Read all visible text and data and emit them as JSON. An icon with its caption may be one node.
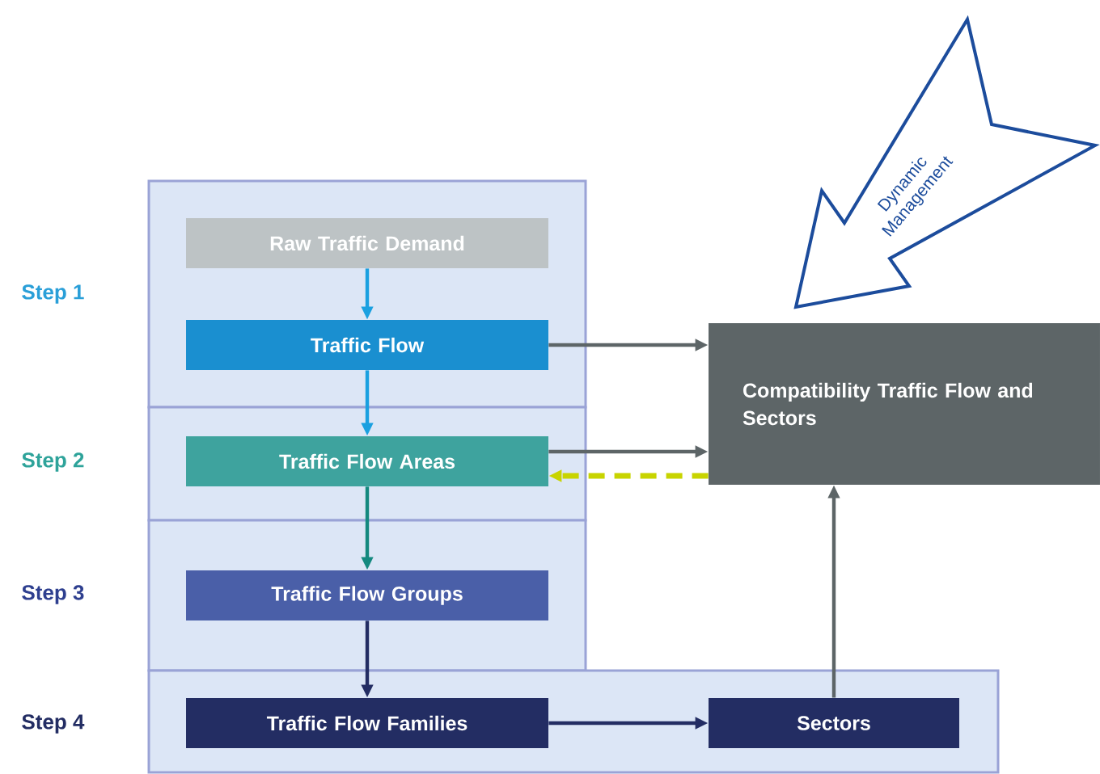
{
  "diagram": {
    "nodes": [
      {
        "text": [],
        "shape": "box",
        "beside": [
          "Step 1"
        ]
      },
      {
        "text": [
          "Raw Traffic Demand"
        ],
        "in": 0
      },
      {
        "text": [
          "Traffic Flow"
        ],
        "in": 0
      },
      {
        "text": [],
        "shape": "box",
        "beside": [
          "Step 2"
        ]
      },
      {
        "text": [
          "Traffic Flow Areas"
        ],
        "in": 3
      },
      {
        "text": [],
        "shape": "box",
        "beside": [
          "Step 3"
        ]
      },
      {
        "text": [
          "Traffic Flow Groups"
        ],
        "in": 5
      },
      {
        "text": [],
        "shape": "box",
        "beside": [
          "Step 4"
        ]
      },
      {
        "text": [
          "Traffic Flow Families"
        ],
        "in": 7
      },
      {
        "text": [
          "Sectors"
        ],
        "in": 7
      },
      {
        "text": [
          "Compatibility Traffic Flow and Sectors"
        ]
      },
      {
        "text": [
          "Dynamic Management"
        ]
      }
    ],
    "edges": [
      {
        "from": 1,
        "to": 2,
        "arrow": "to",
        "color": "#1aa0e0"
      },
      {
        "from": 2,
        "to": 4,
        "arrow": "to",
        "color": "#1aa0e0"
      },
      {
        "from": 4,
        "to": 6,
        "arrow": "to",
        "color": "#14897f"
      },
      {
        "from": 6,
        "to": 8,
        "arrow": "to",
        "color": "#232d63"
      },
      {
        "from": 8,
        "to": 9,
        "arrow": "to",
        "color": "#232d63"
      },
      {
        "from": 2,
        "to": 10,
        "arrow": "to"
      },
      {
        "from": 4,
        "to": 10,
        "arrow": "to"
      },
      {
        "from": 10,
        "to": 4,
        "arrow": "to",
        "style": "dashed",
        "color": "#c8d400"
      },
      {
        "from": 9,
        "to": 10,
        "arrow": "to"
      }
    ]
  }
}
